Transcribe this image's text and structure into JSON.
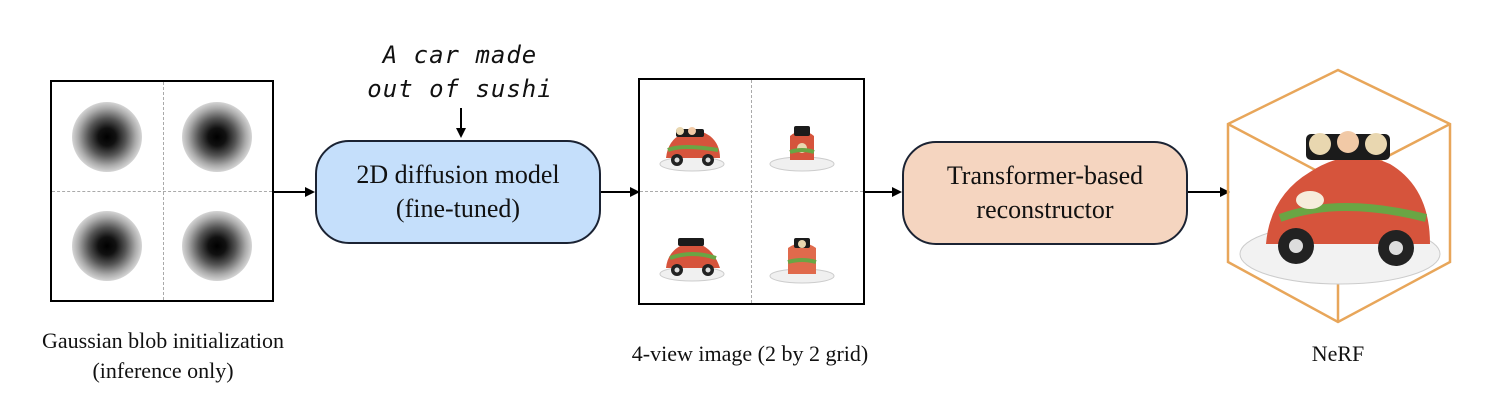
{
  "prompt": {
    "line1": "A car made",
    "line2": "out of sushi"
  },
  "stages": {
    "init": {
      "caption_line1": "Gaussian blob initialization",
      "caption_line2": "(inference only)"
    },
    "diffusion": {
      "line1": "2D diffusion model",
      "line2": "(fine-tuned)",
      "fill": "#c5dffb"
    },
    "multiview": {
      "caption": "4-view image (2 by 2 grid)"
    },
    "reconstructor": {
      "line1": "Transformer-based",
      "line2": "reconstructor",
      "fill": "#f5d5c0"
    },
    "nerf": {
      "caption": "NeRF",
      "cube_color": "#e8a65a"
    }
  }
}
